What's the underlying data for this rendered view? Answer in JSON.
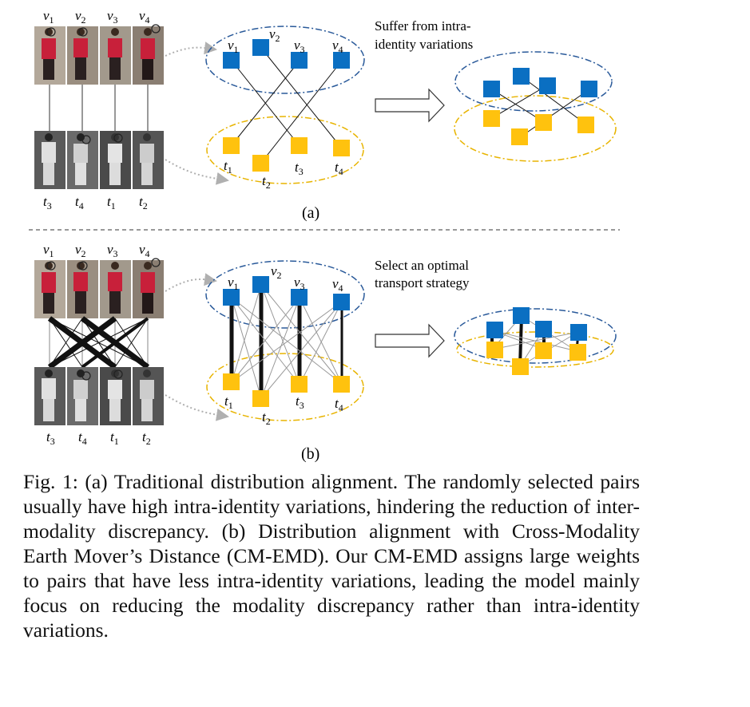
{
  "panel_a": {
    "label": "(a)",
    "note_line1": "Suffer from intra-",
    "note_line2": "identity variations",
    "top_labels": [
      "v",
      "v",
      "v",
      "v"
    ],
    "top_subs": [
      "1",
      "2",
      "3",
      "4"
    ],
    "bottom_labels": [
      "t",
      "t",
      "t",
      "t"
    ],
    "bottom_subs": [
      "3",
      "4",
      "1",
      "2"
    ],
    "graph_v_subs": [
      "1",
      "2",
      "3",
      "4"
    ],
    "graph_t_subs": [
      "1",
      "2",
      "3",
      "4"
    ]
  },
  "panel_b": {
    "label": "(b)",
    "note_line1": "Select an optimal",
    "note_line2": "transport strategy",
    "top_labels": [
      "v",
      "v",
      "v",
      "v"
    ],
    "top_subs": [
      "1",
      "2",
      "3",
      "4"
    ],
    "bottom_labels": [
      "t",
      "t",
      "t",
      "t"
    ],
    "bottom_subs": [
      "3",
      "4",
      "1",
      "2"
    ],
    "graph_v_subs": [
      "1",
      "2",
      "3",
      "4"
    ],
    "graph_t_subs": [
      "1",
      "2",
      "3",
      "4"
    ]
  },
  "caption": {
    "text": "Fig. 1: (a) Traditional distribution alignment. The randomly selected pairs usually have high intra-identity variations, hindering the reduction of inter-modality discrepancy. (b) Distribution alignment with Cross-Modality Earth Mover’s Distance (CM-EMD). Our CM-EMD assigns large weights to pairs that have less intra-identity variations, leading the model mainly focus on reducing the modality discrepancy rather than intra-identity variations."
  },
  "colors": {
    "visible_node": "#0a6fc2",
    "infrared_node": "#ffc20e",
    "visible_ellipse": "#2a5a9a",
    "infrared_ellipse": "#e8b400",
    "red_shirt": "#c8203a"
  }
}
